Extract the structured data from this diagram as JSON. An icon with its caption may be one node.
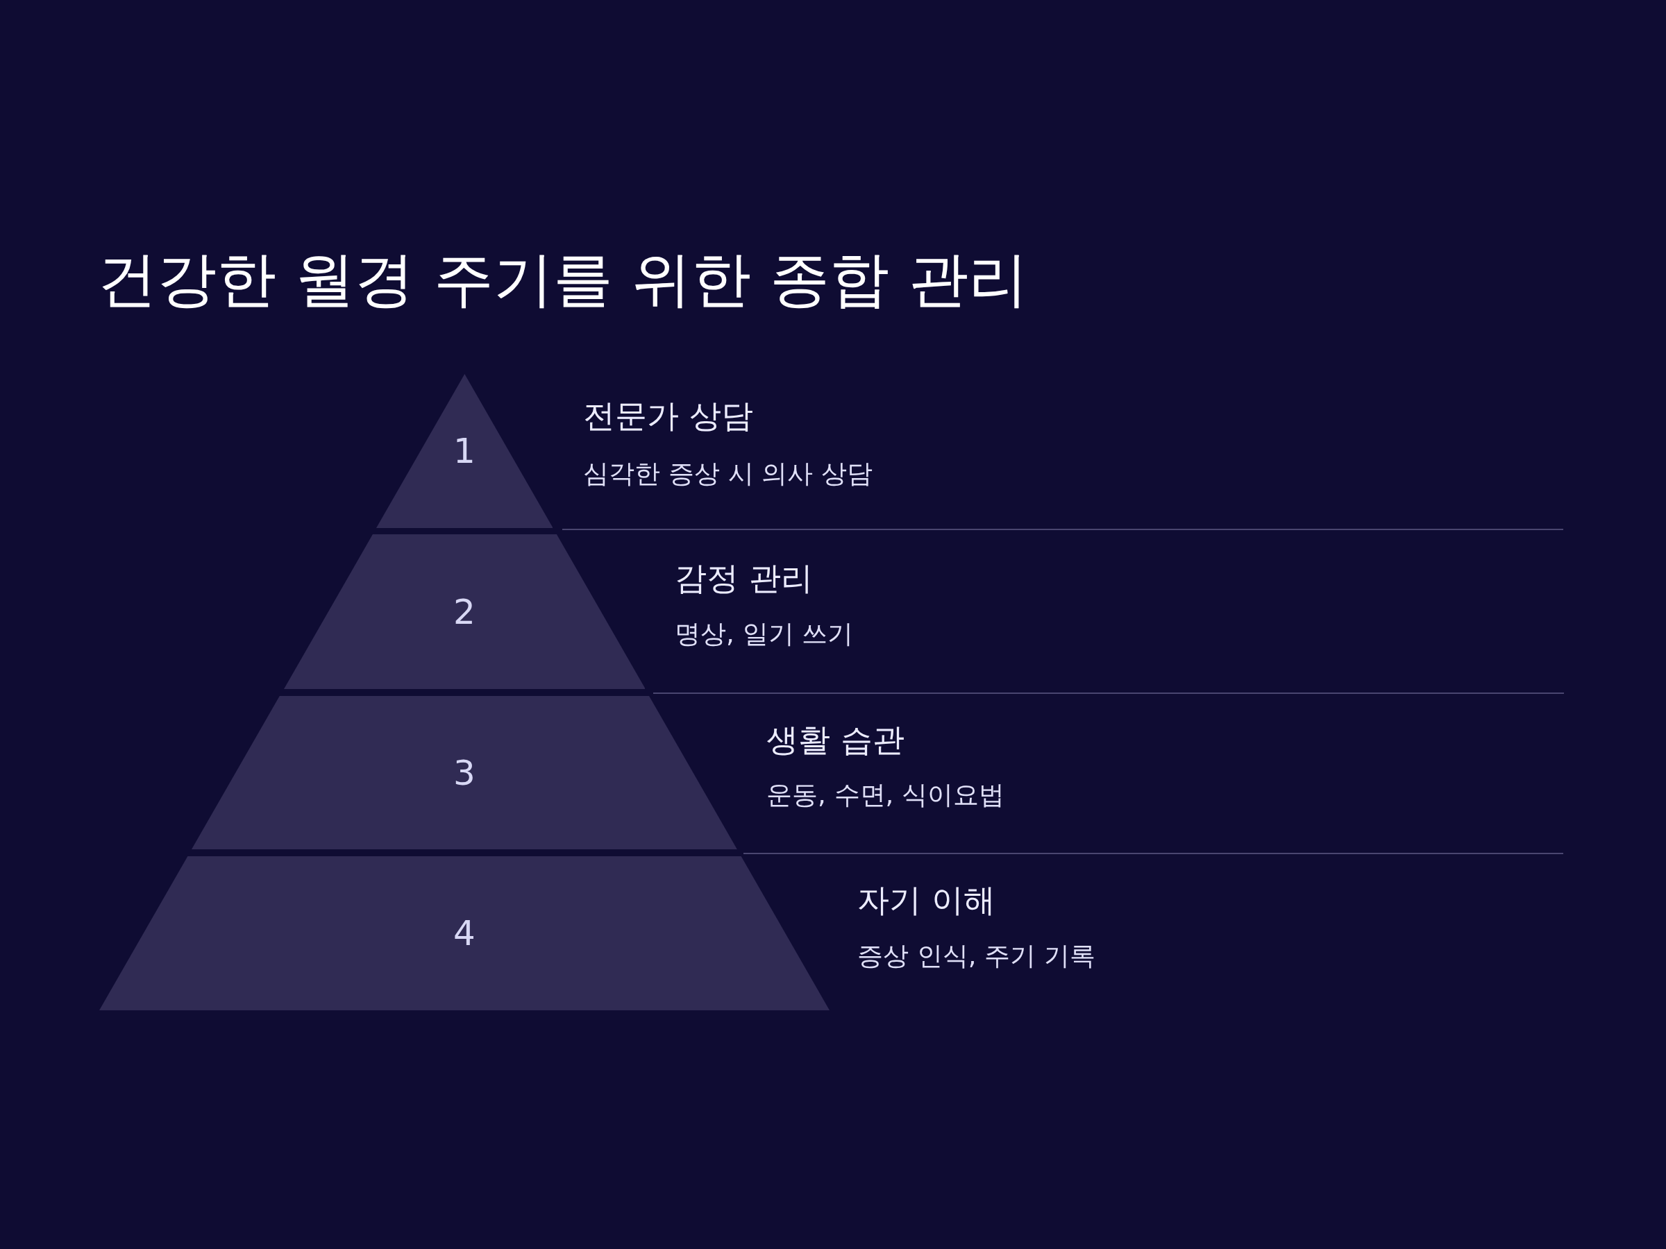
{
  "diagram": {
    "title": "건강한 월경 주기를 위한 종합 관리",
    "nodes": [
      {
        "text": [
          "1"
        ],
        "beside": [
          "전문가 상담",
          "심각한 증상 시 의사 상담"
        ]
      },
      {
        "text": [
          "2"
        ],
        "beside": [
          "감정 관리",
          "명상, 일기 쓰기"
        ]
      },
      {
        "text": [
          "3"
        ],
        "beside": [
          "생활 습관",
          "운동, 수면, 식이요법"
        ]
      },
      {
        "text": [
          "4"
        ],
        "beside": [
          "자기 이해",
          "증상 인식, 주기 기록"
        ]
      }
    ],
    "edges": []
  }
}
